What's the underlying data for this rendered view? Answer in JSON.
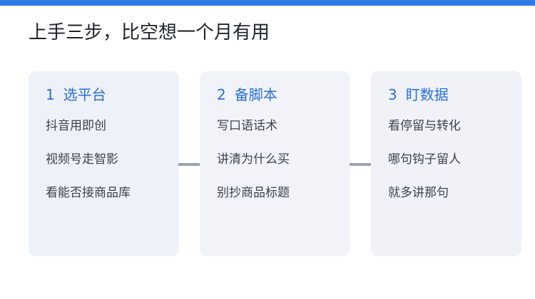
{
  "title": "上手三步，比空想一个月有用",
  "accent_color": "#2f7be5",
  "heading_color": "#2a6fd8",
  "cards": [
    {
      "number": "1",
      "heading": "选平台",
      "items": [
        "抖音用即创",
        "视频号走智影",
        "看能否接商品库"
      ]
    },
    {
      "number": "2",
      "heading": "备脚本",
      "items": [
        "写口语话术",
        "讲清为什么买",
        "别抄商品标题"
      ]
    },
    {
      "number": "3",
      "heading": "盯数据",
      "items": [
        "看停留与转化",
        "哪句钩子留人",
        "就多讲那句"
      ]
    }
  ]
}
